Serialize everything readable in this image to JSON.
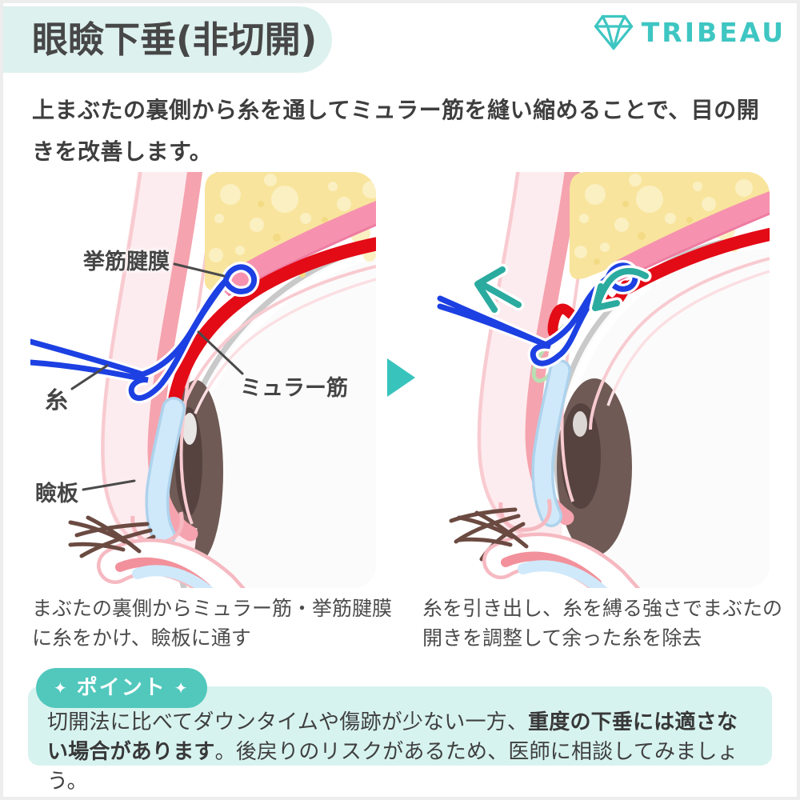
{
  "brand": "TRIBEAU",
  "title": "眼瞼下垂(非切開)",
  "intro": "上まぶたの裏側から糸を通してミュラー筋を縫い縮めることで、目の開きを改善します。",
  "figures": {
    "left": {
      "labels": {
        "levator_aponeurosis": "挙筋腱膜",
        "muller_muscle": "ミュラー筋",
        "thread": "糸",
        "tarsal_plate": "瞼板"
      },
      "caption": "まぶたの裏側からミュラー筋・挙筋腱膜に糸をかけ、瞼板に通す"
    },
    "right": {
      "caption": "糸を引き出し、糸を縛る強さでまぶたの開きを調整して余った糸を除去"
    }
  },
  "point": {
    "sparkle": "✦",
    "badge_label": "ポイント",
    "text_normal_1": "切開法に比べてダウンタイムや傷跡が少ない一方、",
    "text_bold": "重度の下垂には適さない場合があります",
    "text_normal_2": "。後戻りのリスクがあるため、医師に相談してみましょう。"
  },
  "colors": {
    "accent_teal": "#3ec6c2",
    "badge_teal": "#52c8bd",
    "title_mint": "#ddf1ee",
    "point_mint": "#d7f3ef",
    "thread_blue": "#1c40e2",
    "muscle_red": "#e30b16",
    "pink_band": "#f692af",
    "fat_yellow": "#f8e49c",
    "tarsal_blue": "#cfe9fa",
    "arrow_teal": "#38c3bd",
    "diagram_arrow_teal": "#2bab9f"
  }
}
